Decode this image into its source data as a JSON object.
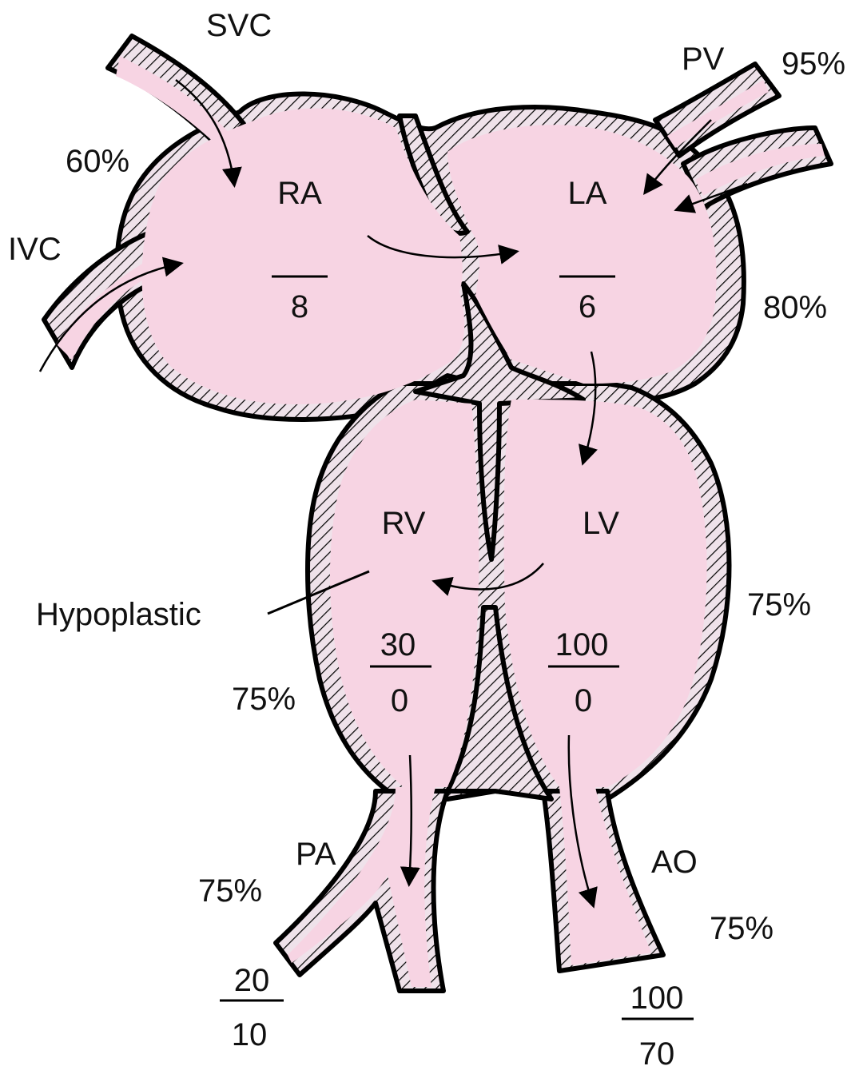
{
  "colors": {
    "blood": "#f7d4e3",
    "wall_fill": "#efe2ea",
    "outline": "#000000"
  },
  "chambers": {
    "ra": "RA",
    "la": "LA",
    "rv": "RV",
    "lv": "LV"
  },
  "vessels": {
    "svc": "SVC",
    "ivc": "IVC",
    "pv": "PV",
    "pa": "PA",
    "ao": "AO"
  },
  "saturations": {
    "svc": "60%",
    "pv": "95%",
    "la": "80%",
    "lv": "75%",
    "rv": "75%",
    "pa": "75%",
    "ao": "75%"
  },
  "pressures": {
    "ra": {
      "top": "",
      "bottom": "8"
    },
    "la": {
      "top": "",
      "bottom": "6"
    },
    "rv": {
      "top": "30",
      "bottom": "0"
    },
    "lv": {
      "top": "100",
      "bottom": "0"
    },
    "pa": {
      "top": "20",
      "bottom": "10"
    },
    "ao": {
      "top": "100",
      "bottom": "70"
    }
  },
  "annotation": {
    "rv_note": "Hypoplastic"
  }
}
